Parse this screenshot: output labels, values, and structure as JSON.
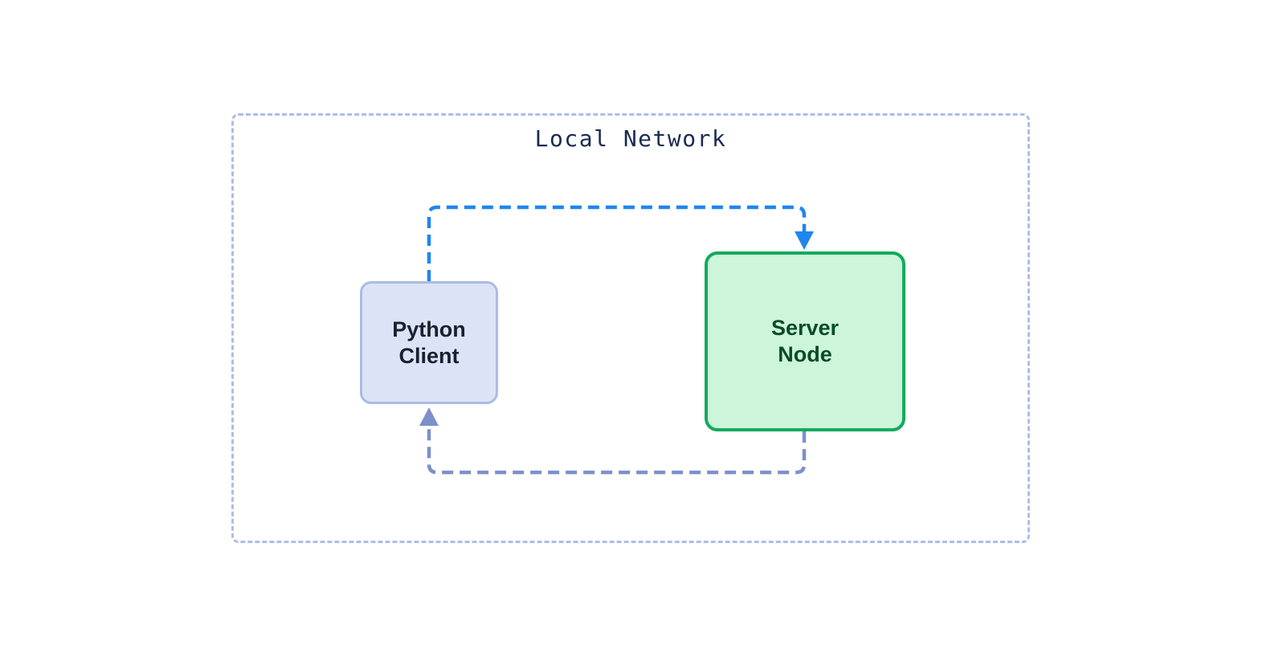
{
  "diagram": {
    "type": "flowchart",
    "title": "Local Network",
    "boundary": {
      "name": "Local Network",
      "style": "dashed",
      "color": "#aebde8"
    },
    "nodes": [
      {
        "id": "python-client",
        "label": "Python\nClient",
        "line1": "Python",
        "line2": "Client",
        "fill": "#dde3f7",
        "border": "#aabce2",
        "text_color": "#19202e"
      },
      {
        "id": "server-node",
        "label": "Server\nNode",
        "line1": "Server",
        "line2": "Node",
        "fill": "#cdf5da",
        "border": "#12ab5d",
        "text_color": "#0b4b27"
      }
    ],
    "edges": [
      {
        "id": "request-edge",
        "from": "python-client",
        "to": "server-node",
        "label": "",
        "style": "dashed",
        "color": "#1f86ef",
        "direction": "client-to-server"
      },
      {
        "id": "response-edge",
        "from": "server-node",
        "to": "python-client",
        "label": "",
        "style": "dashed",
        "color": "#7d90cc",
        "direction": "server-to-client"
      }
    ]
  }
}
